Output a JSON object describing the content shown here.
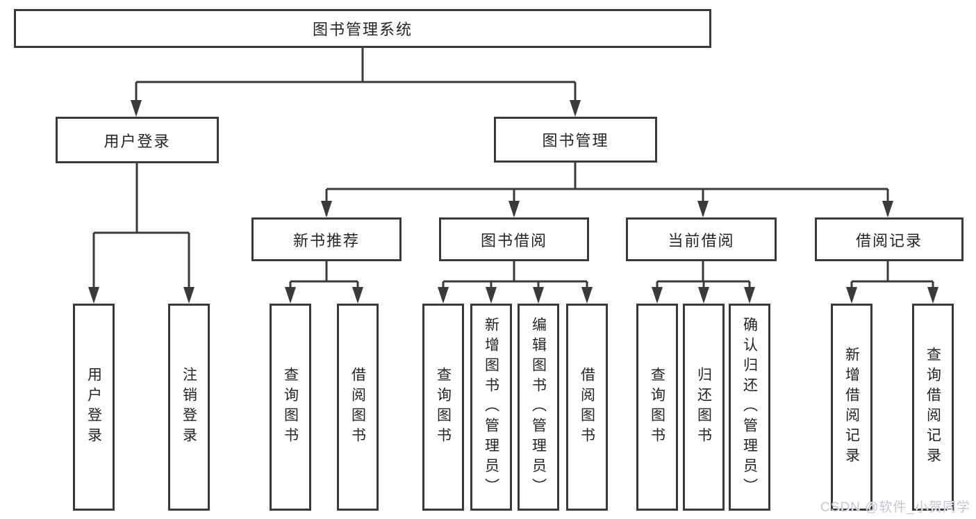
{
  "diagram_title": "图书管理系统",
  "colors": {
    "line": "#3a3a3a",
    "box_border": "#3a3a3a",
    "box_fill": "#ffffff",
    "text": "#242424",
    "watermark_text": "#c3c7d0"
  },
  "nodes": {
    "root": "图书管理系统",
    "user_login": "用户登录",
    "book_mgmt": "图书管理",
    "new_book_rec": "新书推荐",
    "book_borrow": "图书借阅",
    "current_borrow": "当前借阅",
    "borrow_records": "借阅记录"
  },
  "leaves": {
    "login": "用户登录",
    "logout": "注销登录",
    "query_book_1": "查询图书",
    "borrow_book_1": "借阅图书",
    "query_book_2": "查询图书",
    "add_book": "新增图书（管理员）",
    "edit_book": "编辑图书（管理员）",
    "borrow_book_2": "借阅图书",
    "query_book_3": "查询图书",
    "return_book": "归还图书",
    "confirm_return": "确认归还（管理员）",
    "add_record": "新增借阅记录",
    "query_record": "查询借阅记录"
  },
  "watermark": "CSDN @软件_小贺同学"
}
